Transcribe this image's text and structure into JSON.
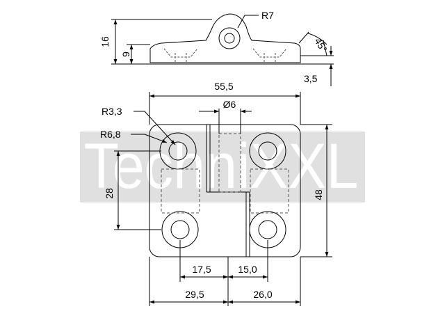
{
  "dimensions": {
    "top_height": "16",
    "top_plate": "9",
    "top_radius": "R7",
    "top_angle": "45°",
    "top_offset": "3,5",
    "overall_width": "55,5",
    "pin_diameter": "Ø6",
    "hole_radius": "R3,3",
    "counterbore_radius": "R6,8",
    "hole_spacing_v": "28",
    "overall_height": "48",
    "hole_left_x": "17,5",
    "hole_right_x": "15,0",
    "leaf_left": "29,5",
    "leaf_right": "26,0"
  },
  "watermark": {
    "text": "TechniXXL",
    "color": "#e0e0e0"
  },
  "colors": {
    "line": "#000000",
    "hidden_line": "#555555",
    "background": "#ffffff"
  }
}
